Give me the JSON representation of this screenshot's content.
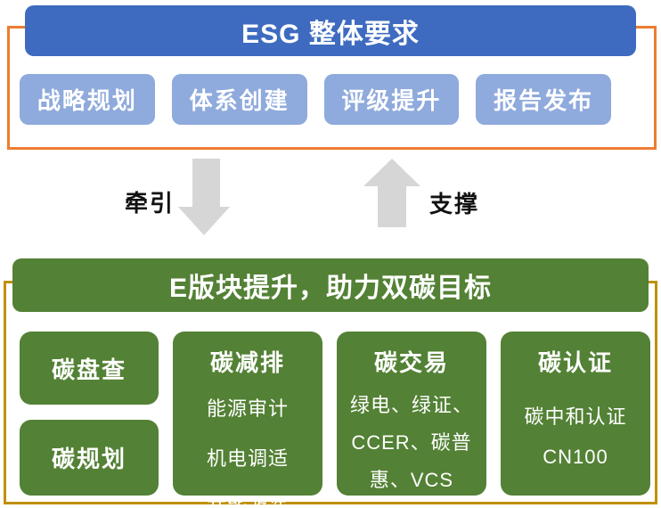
{
  "top_section": {
    "header_label": "ESG 整体要求",
    "header_bg": "#3E6BC0",
    "frame_color": "#ED7D31",
    "item_bg": "#8FAADC",
    "items": [
      {
        "label": "战略规划"
      },
      {
        "label": "体系创建"
      },
      {
        "label": "评级提升"
      },
      {
        "label": "报告发布"
      }
    ]
  },
  "connectors": {
    "down_arrow_label": "牵引",
    "up_arrow_label": "支撑",
    "arrow_color": "#D6D6D6"
  },
  "bottom_section": {
    "header_label": "E版块提升，助力双碳目标",
    "frame_color": "#BF9000",
    "box_bg": "#538135",
    "column1": {
      "items": [
        {
          "title": "碳盘查"
        },
        {
          "title": "碳规划"
        }
      ]
    },
    "column2": {
      "title": "碳减排",
      "lines": [
        "能源审计",
        "机电调适",
        "节能改造"
      ]
    },
    "column3": {
      "title": "碳交易",
      "body": "绿电、绿证、CCER、碳普惠、VCS"
    },
    "column4": {
      "title": "碳认证",
      "lines": [
        "碳中和认证",
        "CN100"
      ]
    }
  }
}
